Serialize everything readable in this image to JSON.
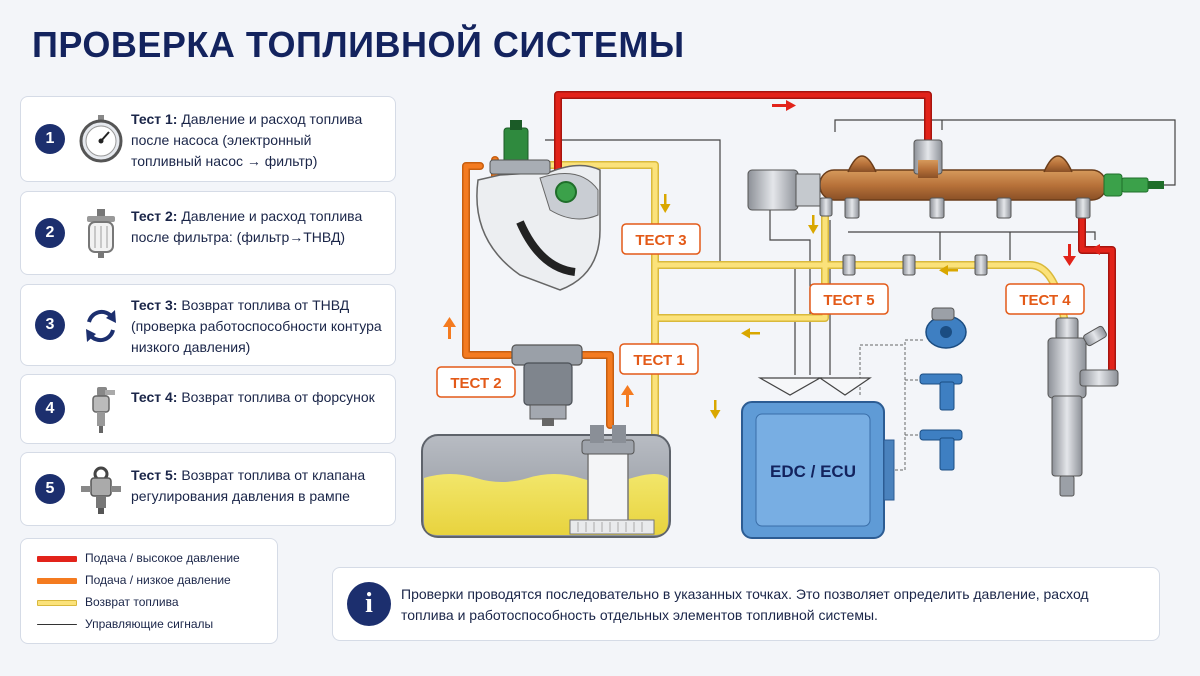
{
  "title": "ПРОВЕРКА ТОПЛИВНОЙ СИСТЕМЫ",
  "tests": [
    {
      "num": "1",
      "bold": "Тест 1:",
      "text": " Давление и расход топлива после насоса (электронный топливный насос → фильтр)",
      "icon": "pressure-gauge-icon"
    },
    {
      "num": "2",
      "bold": "Тест 2:",
      "text": " Давление и расход топлива после фильтра: (фильтр→ТНВД)",
      "icon": "fuel-filter-icon"
    },
    {
      "num": "3",
      "bold": "Тест 3:",
      "text": " Возврат топлива от ТНВД (проверка работоспособности контура низкого давления)",
      "icon": "circular-arrows-icon"
    },
    {
      "num": "4",
      "bold": "Тест 4:",
      "text": " Возврат топлива от форсунок",
      "icon": "injector-return-icon"
    },
    {
      "num": "5",
      "bold": "Тест 5:",
      "text": " Возврат топлива от клапана регулирования давления в рампе",
      "icon": "pressure-valve-icon"
    }
  ],
  "legend": [
    {
      "label": "Подача / высокое давление",
      "color": "#e2231a"
    },
    {
      "label": "Подача / низкое давление",
      "color": "#f47b20"
    },
    {
      "label": "Возврат топлива",
      "color": "#fbe27a"
    },
    {
      "label": "Управляющие сигналы",
      "color": "#333333"
    }
  ],
  "info": {
    "icon": "info-icon",
    "symbol": "i",
    "text": "Проверки проводятся последовательно в указанных точках. Это позволяет определить давление, расход топлива и работоспособность отдельных элементов топливной системы."
  },
  "diagram": {
    "labels": {
      "t1": "ТЕСТ 1",
      "t2": "ТЕСТ 2",
      "t3": "ТЕСТ 3",
      "t4": "ТЕСТ 4",
      "t5": "ТЕСТ 5"
    },
    "ecu": "EDC / ECU"
  },
  "colors": {
    "high": "#e2231a",
    "low": "#f47b20",
    "ret": "#fbe27a",
    "ret_edge": "#d9b93c",
    "navy": "#1c2f6e",
    "accent": "#e35a18"
  }
}
